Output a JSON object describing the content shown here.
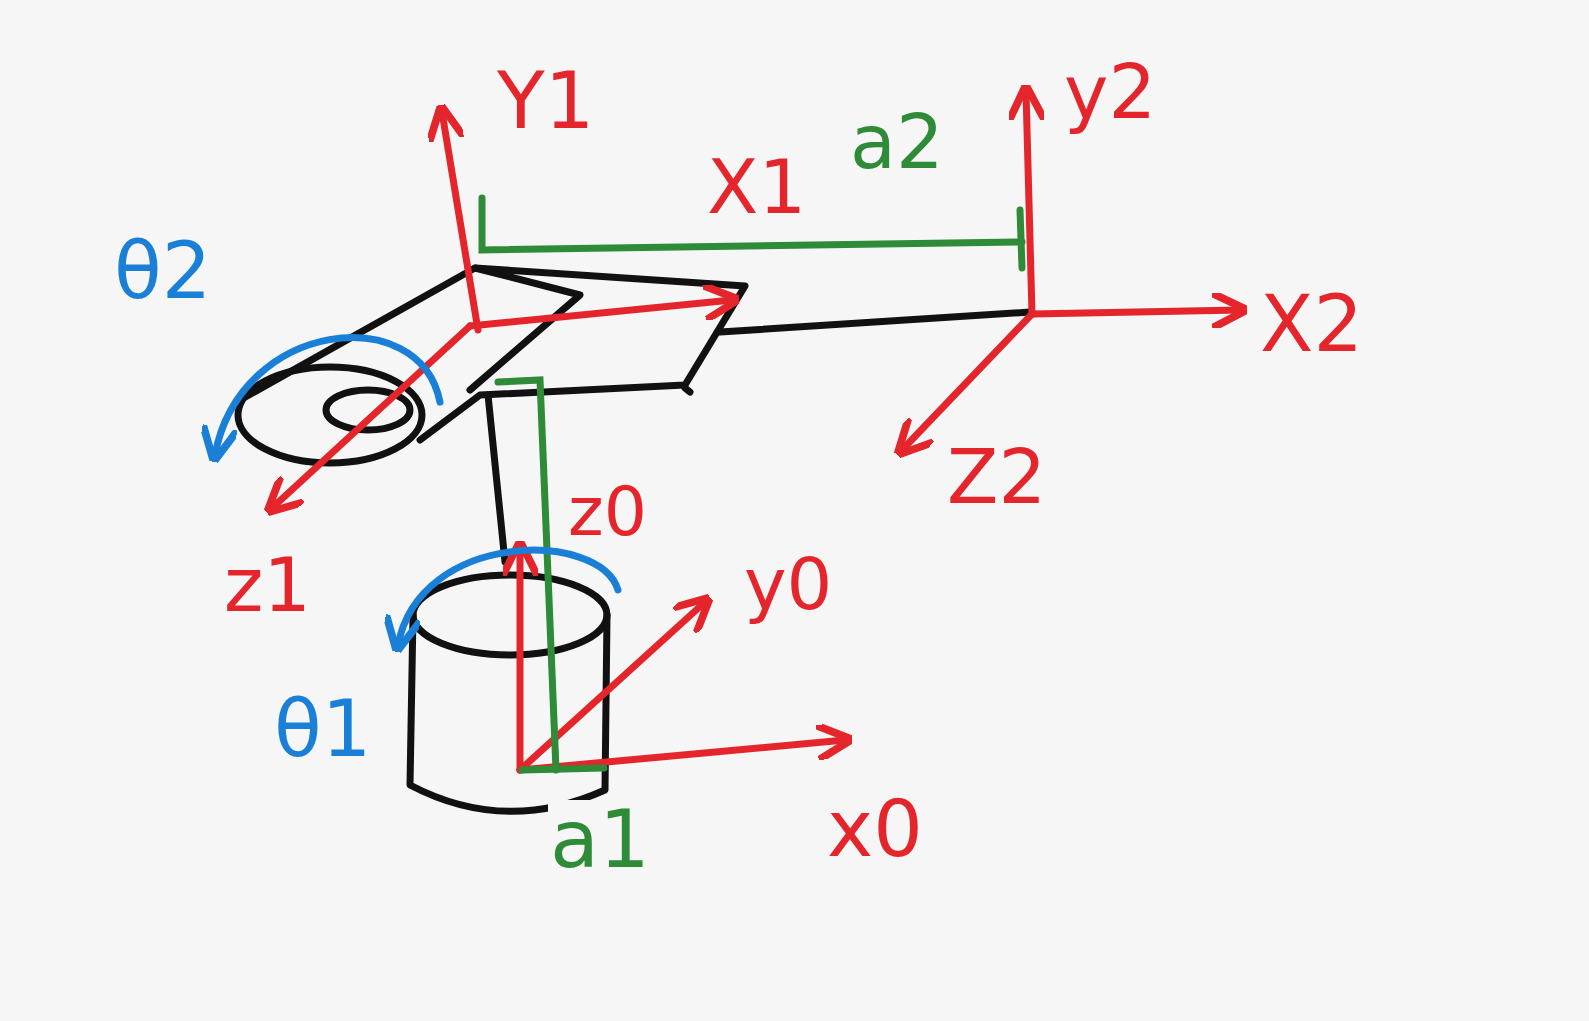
{
  "diagram": {
    "labels": [
      "Y1",
      "X1",
      "a2",
      "y2",
      "θ2",
      "X2",
      "Z2",
      "z1",
      "z0",
      "y0",
      "θ1",
      "x0",
      "a1"
    ]
  }
}
